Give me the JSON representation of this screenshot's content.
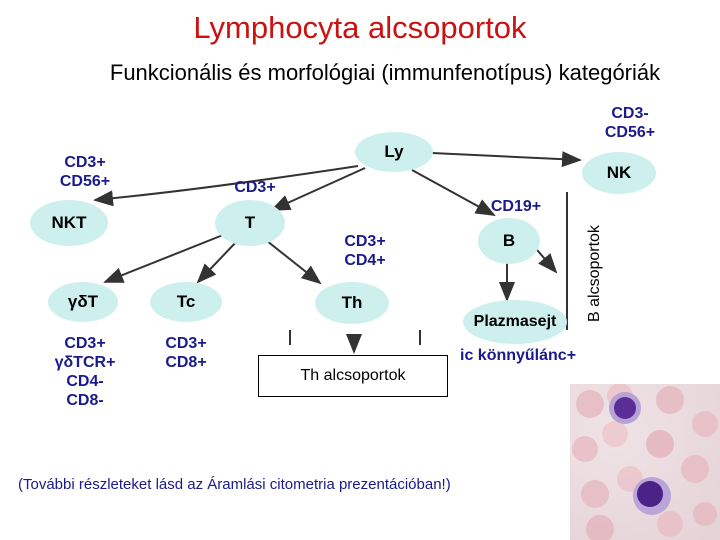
{
  "title": "Lymphocyta alcsoportok",
  "subtitle": "Funkcionális és morfológiai (immunfenotípus) kategóriák",
  "nodes": {
    "ly": "Ly",
    "nk": "NK",
    "nkt": "NKT",
    "t": "T",
    "gdt": "γδT",
    "tc": "Tc",
    "th": "Th",
    "b": "B",
    "plazmasejt": "Plazmasejt"
  },
  "labels": {
    "cd3_cd56_top": [
      "CD3-",
      "CD56+"
    ],
    "cd3_cd56_left": [
      "CD3+",
      "CD56+"
    ],
    "cd3": "CD3+",
    "cd3_cd4": [
      "CD3+",
      "CD4+"
    ],
    "cd19": "CD19+",
    "gdt_markers": [
      "CD3+",
      "γδTCR+",
      "CD4-",
      "CD8-"
    ],
    "tc_markers": [
      "CD3+",
      "CD8+"
    ]
  },
  "th_subgroups_box": "Th alcsoportok",
  "b_subgroups_label": "B alcsoportok",
  "light_chain": "ic könnyűlánc+",
  "footnote": "(További részleteket lásd az Áramlási citometria prezentációban!)",
  "colors": {
    "title": "#cc1111",
    "marker_text": "#1a1a8c",
    "node_fill": "#cdf0ee"
  }
}
